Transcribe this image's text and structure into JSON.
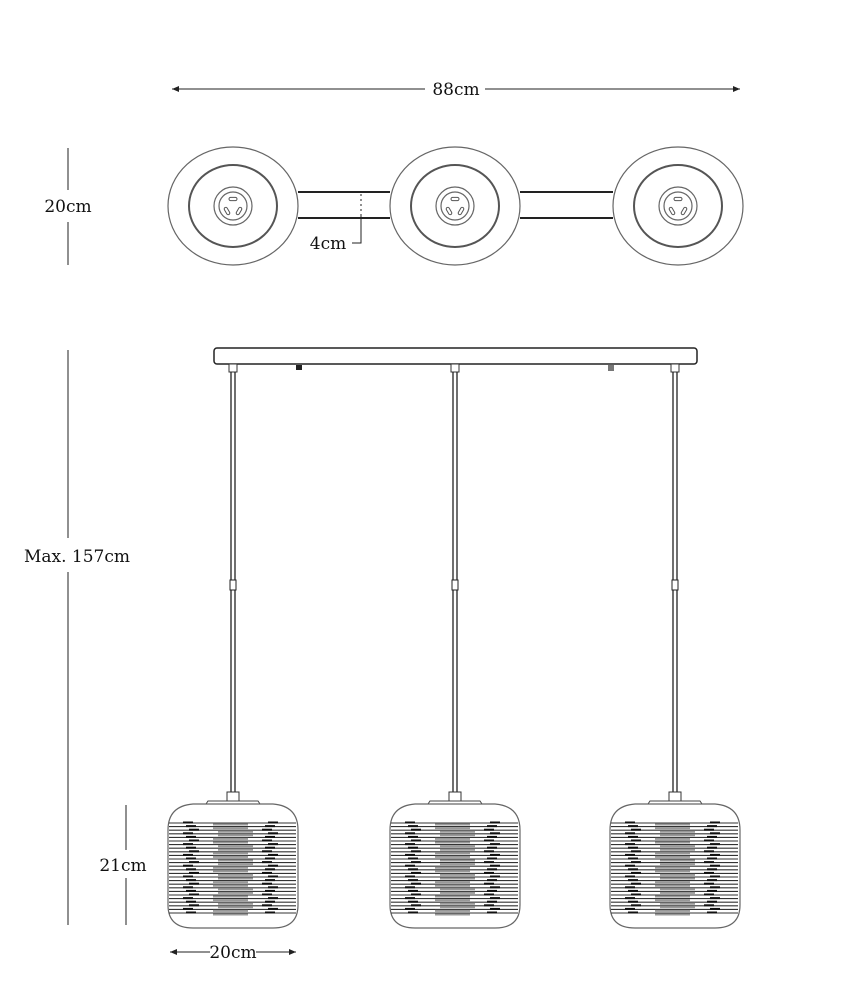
{
  "dimensions": {
    "total_width": "88cm",
    "canopy_depth": "20cm",
    "bar_width": "4cm",
    "max_height": "Max. 157cm",
    "shade_height": "21cm",
    "shade_width": "20cm"
  },
  "colors": {
    "line": "#222222",
    "stripe_dark": "#333333",
    "stripe_light": "#999999"
  }
}
